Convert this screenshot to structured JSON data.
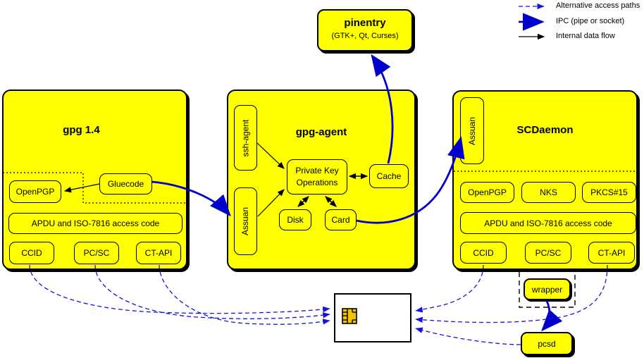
{
  "legend": {
    "alt": "Alternative access paths",
    "ipc": "IPC (pipe or socket)",
    "internal": "Internal data flow"
  },
  "pinentry": {
    "title": "pinentry",
    "subtitle": "(GTK+, Qt, Curses)"
  },
  "gpg14": {
    "title": "gpg 1.4",
    "openpgp": "OpenPGP",
    "gluecode": "Gluecode",
    "apdu": "APDU and ISO-7816 access code",
    "ccid": "CCID",
    "pcsc": "PC/SC",
    "ctapi": "CT-API"
  },
  "agent": {
    "title": "gpg-agent",
    "ssh": "ssh-agent",
    "assuan": "Assuan",
    "pko1": "Private Key",
    "pko2": "Operations",
    "cache": "Cache",
    "disk": "Disk",
    "card": "Card"
  },
  "scd": {
    "title": "SCDaemon",
    "assuan": "Assuan",
    "openpgp": "OpenPGP",
    "nks": "NKS",
    "pkcs15": "PKCS#15",
    "apdu": "APDU and ISO-7816 access code",
    "ccid": "CCID",
    "pcsc": "PC/SC",
    "ctapi": "CT-API"
  },
  "external": {
    "wrapper": "wrapper",
    "pcsd": "pcsd"
  },
  "colors": {
    "node_fill": "#ffff00",
    "ipc_blue": "#0000cc",
    "alt_blue": "#1414dd",
    "chip_gold": "#f5c400",
    "line_black": "#000000"
  }
}
